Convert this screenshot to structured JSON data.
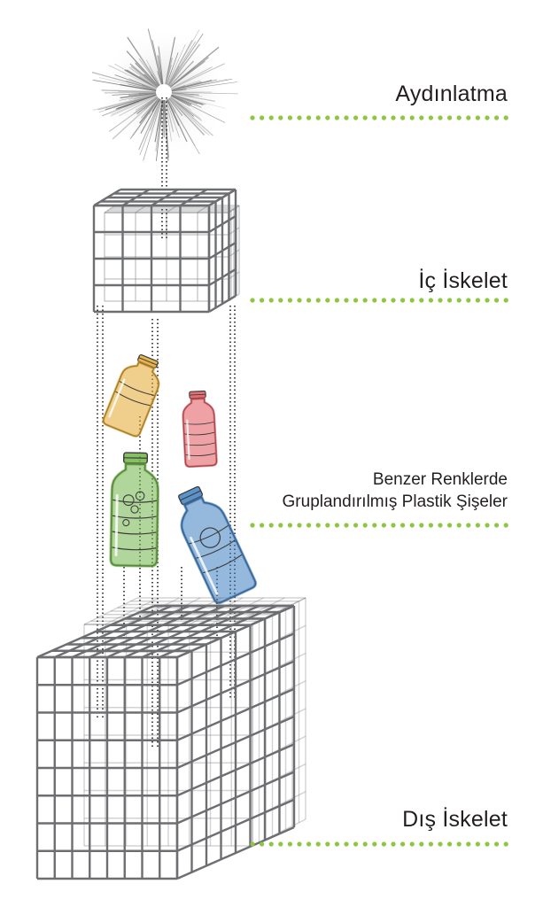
{
  "labels": {
    "lighting": "Aydınlatma",
    "inner_frame": "İç İskelet",
    "bottles_line1": "Benzer Renklerde",
    "bottles_line2": "Gruplandırılmış Plastik Şişeler",
    "outer_frame": "Dış İskelet"
  },
  "colors": {
    "dot_green": "#8dc63f",
    "grid_line": "#6d6e71",
    "dotted_line": "#231f20",
    "bottle_yellow": "#e3a72f",
    "bottle_red": "#e0555b",
    "bottle_green": "#71b548",
    "bottle_blue": "#3d7fc1"
  },
  "icons": [
    "light-burst-icon",
    "inner-grid-cube-icon",
    "bottle-yellow-icon",
    "bottle-red-icon",
    "bottle-green-icon",
    "bottle-blue-icon",
    "outer-grid-cube-icon"
  ]
}
